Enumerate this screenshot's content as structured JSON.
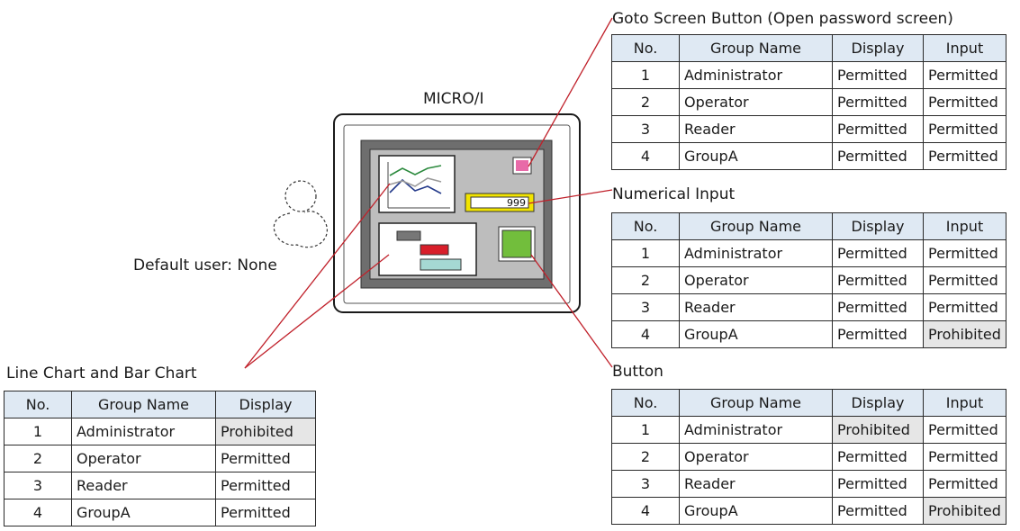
{
  "micro_label": "MICRO/I",
  "default_user": "Default user: None",
  "numeric_display_value": "999",
  "colors": {
    "header_bg": "#dfe9f3",
    "prohibited_bg": "#e6e6e6",
    "callout_line": "#c0202a",
    "goto_button": "#e86aa8",
    "button_green": "#72be3c",
    "numeric_input_border": "#f2e400"
  },
  "tables": {
    "goto": {
      "caption": "Goto Screen Button (Open password screen)",
      "headers": [
        "No.",
        "Group Name",
        "Display",
        "Input"
      ],
      "rows": [
        {
          "no": "1",
          "group": "Administrator",
          "display": "Permitted",
          "input": "Permitted"
        },
        {
          "no": "2",
          "group": "Operator",
          "display": "Permitted",
          "input": "Permitted"
        },
        {
          "no": "3",
          "group": "Reader",
          "display": "Permitted",
          "input": "Permitted"
        },
        {
          "no": "4",
          "group": "GroupA",
          "display": "Permitted",
          "input": "Permitted"
        }
      ]
    },
    "numerical": {
      "caption": "Numerical Input",
      "headers": [
        "No.",
        "Group Name",
        "Display",
        "Input"
      ],
      "rows": [
        {
          "no": "1",
          "group": "Administrator",
          "display": "Permitted",
          "input": "Permitted"
        },
        {
          "no": "2",
          "group": "Operator",
          "display": "Permitted",
          "input": "Permitted"
        },
        {
          "no": "3",
          "group": "Reader",
          "display": "Permitted",
          "input": "Permitted"
        },
        {
          "no": "4",
          "group": "GroupA",
          "display": "Permitted",
          "input": "Prohibited"
        }
      ]
    },
    "button": {
      "caption": "Button",
      "headers": [
        "No.",
        "Group Name",
        "Display",
        "Input"
      ],
      "rows": [
        {
          "no": "1",
          "group": "Administrator",
          "display": "Prohibited",
          "input": "Permitted"
        },
        {
          "no": "2",
          "group": "Operator",
          "display": "Permitted",
          "input": "Permitted"
        },
        {
          "no": "3",
          "group": "Reader",
          "display": "Permitted",
          "input": "Permitted"
        },
        {
          "no": "4",
          "group": "GroupA",
          "display": "Permitted",
          "input": "Prohibited"
        }
      ]
    },
    "chart": {
      "caption": "Line Chart and Bar Chart",
      "headers": [
        "No.",
        "Group Name",
        "Display"
      ],
      "rows": [
        {
          "no": "1",
          "group": "Administrator",
          "display": "Prohibited"
        },
        {
          "no": "2",
          "group": "Operator",
          "display": "Permitted"
        },
        {
          "no": "3",
          "group": "Reader",
          "display": "Permitted"
        },
        {
          "no": "4",
          "group": "GroupA",
          "display": "Permitted"
        }
      ]
    }
  }
}
